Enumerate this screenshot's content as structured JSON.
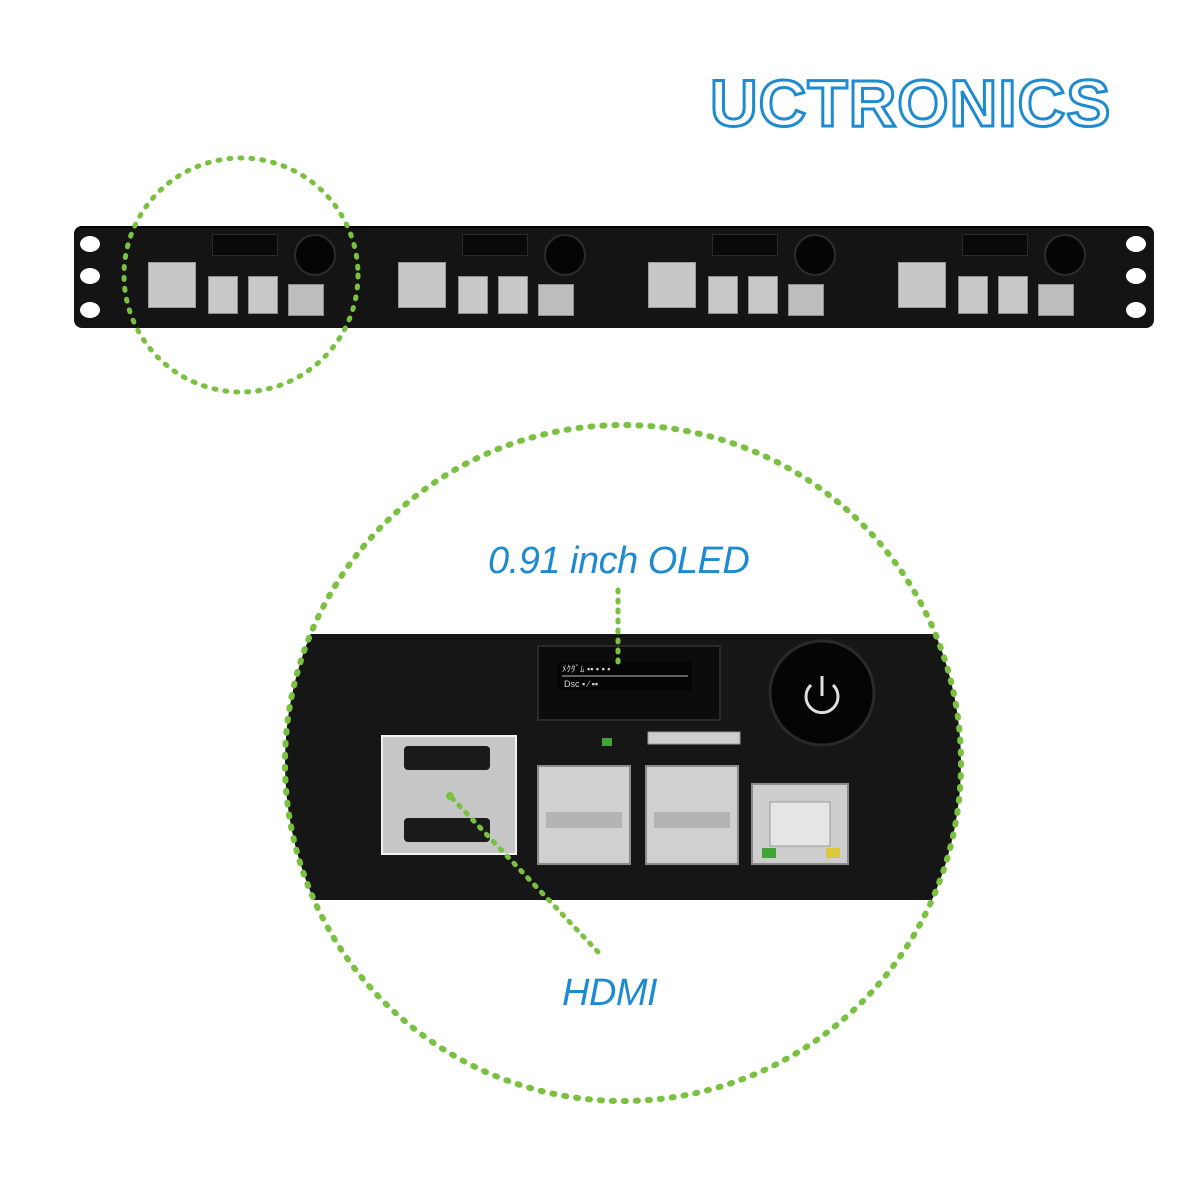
{
  "brand": {
    "name": "UCTRONICS",
    "color": "#1e8ad0"
  },
  "colors": {
    "highlight_dotted": "#7ac142",
    "panel": "#161616",
    "label": "#1e8ad0"
  },
  "callouts": {
    "oled_label": "0.91 inch OLED",
    "hdmi_label": "HDMI"
  },
  "rack_units": [
    {
      "name": "unit-1",
      "highlighted": true
    },
    {
      "name": "unit-2",
      "highlighted": false
    },
    {
      "name": "unit-3",
      "highlighted": false
    },
    {
      "name": "unit-4",
      "highlighted": false
    }
  ]
}
